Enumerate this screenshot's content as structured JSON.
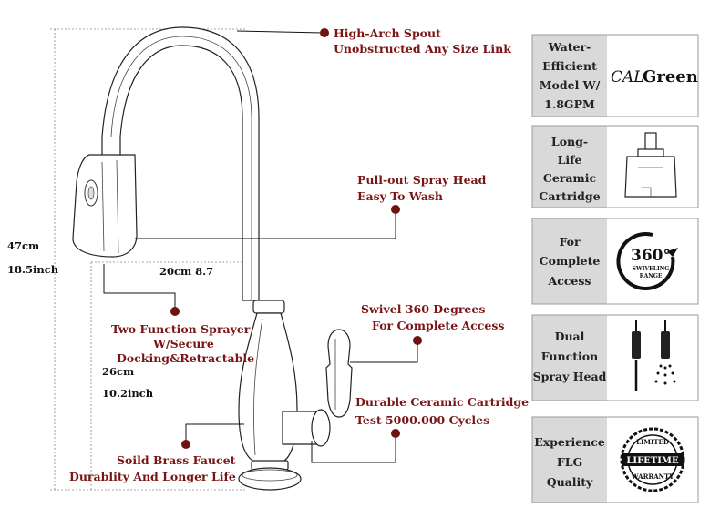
{
  "dimensions": {
    "height_cm": "47cm",
    "height_in": "18.5inch",
    "reach": "20cm 8.7",
    "spout_height_cm": "26cm",
    "spout_height_in": "10.2inch"
  },
  "callouts": [
    {
      "id": "high-arch",
      "line1": "High-Arch Spout",
      "line2": "Unobstructed Any Size Link"
    },
    {
      "id": "pull-out",
      "line1": "Pull-out Spray Head",
      "line2": "Easy To Wash"
    },
    {
      "id": "two-function",
      "line1": "Two Function Sprayer",
      "line2": "W/Secure",
      "line3": "Docking&Retractable"
    },
    {
      "id": "swivel",
      "line1": "Swivel 360 Degrees",
      "line2": "For Complete Access"
    },
    {
      "id": "cartridge",
      "line1": "Durable Ceramic Cartridge",
      "line2": "Test 5000.000 Cycles"
    },
    {
      "id": "brass",
      "line1": "Soild Brass Faucet",
      "line2": "Durablity And Longer Life"
    }
  ],
  "panels": [
    {
      "lines": [
        "Water-",
        "Efficient",
        "Model W/",
        "1.8GPM"
      ],
      "icon": "calgreen-logo",
      "logo_cal": "CAL",
      "logo_green": "Green"
    },
    {
      "lines": [
        "Long-",
        "Life",
        "Ceramic",
        "Cartridge"
      ],
      "icon": "ceramic-cartridge-icon"
    },
    {
      "lines": [
        "For",
        "Complete",
        "Access"
      ],
      "icon": "swivel-360-icon",
      "badge_main": "360°",
      "badge_sub1": "SWIVELING",
      "badge_sub2": "RANGE"
    },
    {
      "lines": [
        "Dual",
        "Function",
        "Spray Head"
      ],
      "icon": "spray-head-icon"
    },
    {
      "lines": [
        "Experience",
        "FLG",
        "Quality"
      ],
      "icon": "lifetime-warranty-icon",
      "seal_top": "LIMITED",
      "seal_mid": "LIFETIME",
      "seal_bottom": "WARRANTY"
    }
  ],
  "colors": {
    "callout": "#7a1515",
    "dot": "#6e1212",
    "panel_bg": "#d9d9d9"
  }
}
